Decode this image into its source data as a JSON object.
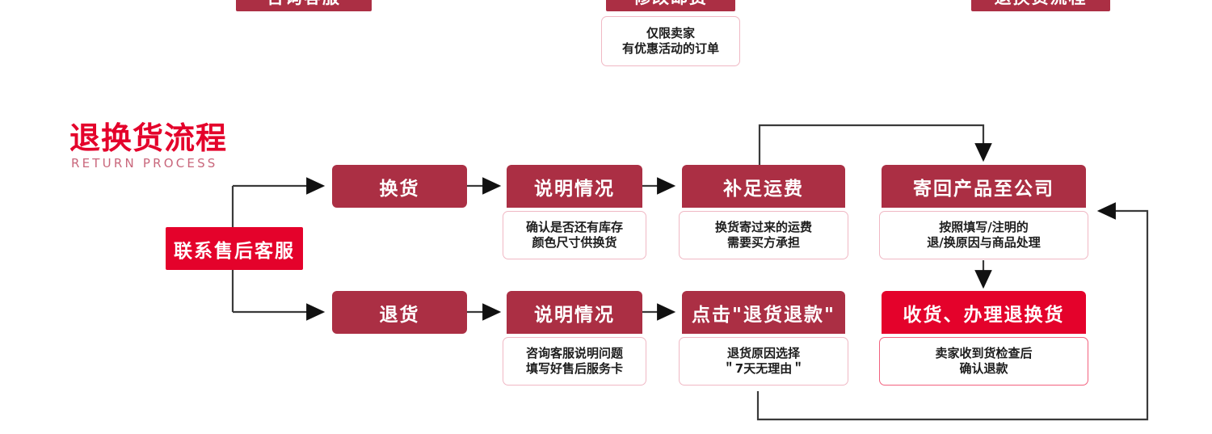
{
  "title": {
    "cn": "退换货流程",
    "en": "RETURN PROCESS",
    "color": "#e4022b",
    "subtitle_color": "#c9677c"
  },
  "colors": {
    "header_dark_red": "#ab2f44",
    "header_bright_red": "#e4022b",
    "caption_border_pink": "#f0b8c4",
    "caption_border_bright": "#f2617e",
    "connector": "#3a3a3a",
    "background": "#ffffff"
  },
  "top_partial_row": {
    "note": "row cut off at top edge of screenshot",
    "boxes": [
      {
        "label": "咨询客服",
        "caption": null
      },
      {
        "label": "修改邮费",
        "caption": [
          "仅限卖家",
          "有优惠活动的订单"
        ]
      },
      {
        "label": "退换货流程",
        "caption": null
      }
    ]
  },
  "flow": {
    "entry": {
      "label": "联系售后客服"
    },
    "exchange_row": {
      "branch_label": "换货",
      "steps": [
        {
          "label": "说明情况",
          "caption": [
            "确认是否还有库存",
            "颜色尺寸供换货"
          ]
        },
        {
          "label": "补足运费",
          "caption": [
            "换货寄过来的运费",
            "需要买方承担"
          ]
        },
        {
          "label": "寄回产品至公司",
          "caption": [
            "按照填写/注明的",
            "退/换原因与商品处理"
          ]
        }
      ]
    },
    "return_row": {
      "branch_label": "退货",
      "steps": [
        {
          "label": "说明情况",
          "caption": [
            "咨询客服说明问题",
            "填写好售后服务卡"
          ]
        },
        {
          "label": "点击\"退货退款\"",
          "caption": [
            "退货原因选择",
            "＂7天无理由＂"
          ]
        },
        {
          "label": "收货、办理退换货",
          "caption": [
            "卖家收到货检查后",
            "确认退款"
          ],
          "highlight": true
        }
      ]
    }
  }
}
